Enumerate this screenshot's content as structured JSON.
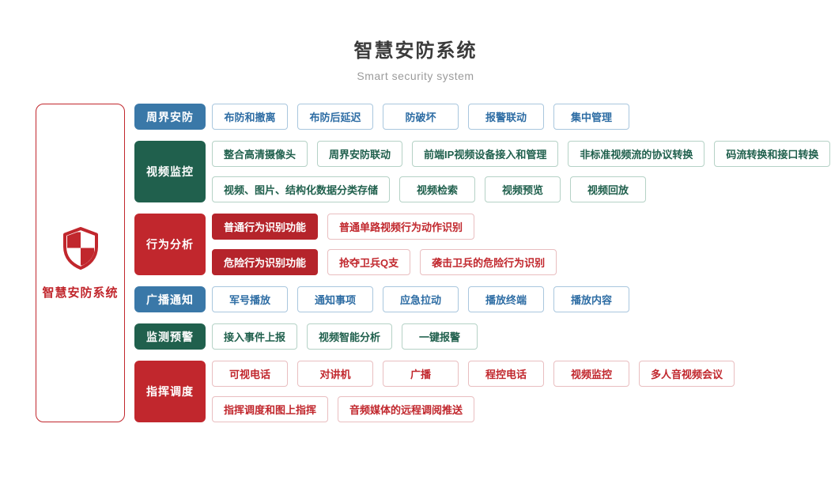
{
  "header": {
    "title": "智慧安防系统",
    "subtitle": "Smart security system"
  },
  "root": {
    "label": "智慧安防系统",
    "icon": "shield-icon"
  },
  "colors": {
    "blue": "#3A78A8",
    "green": "#20604D",
    "red": "#C1272D",
    "solid_item_red": "#B5242B"
  },
  "groups": [
    {
      "label": "周界安防",
      "color": "blue",
      "rows": [
        [
          "布防和撤离",
          "布防后延迟",
          "防破坏",
          "报警联动",
          "集中管理"
        ]
      ]
    },
    {
      "label": "视频监控",
      "color": "green",
      "rows": [
        [
          "整合高清摄像头",
          "周界安防联动",
          "前端IP视频设备接入和管理",
          "非标准视频流的协议转换",
          "码流转换和接口转换"
        ],
        [
          "视频、图片、结构化数据分类存储",
          "视频检索",
          "视频预览",
          "视频回放"
        ]
      ]
    },
    {
      "label": "行为分析",
      "color": "red",
      "rows": [
        [
          {
            "text": "普通行为识别功能",
            "style": "solid"
          },
          "普通单路视频行为动作识别"
        ],
        [
          {
            "text": "危险行为识别功能",
            "style": "solid"
          },
          "抢夺卫兵Q支",
          "袭击卫兵的危险行为识别"
        ]
      ]
    },
    {
      "label": "广播通知",
      "color": "blue",
      "rows": [
        [
          "军号播放",
          "通知事项",
          "应急拉动",
          "播放终端",
          "播放内容"
        ]
      ]
    },
    {
      "label": "监测预警",
      "color": "green",
      "rows": [
        [
          "接入事件上报",
          "视频智能分析",
          "一键报警"
        ]
      ]
    },
    {
      "label": "指挥调度",
      "color": "red",
      "rows": [
        [
          "可视电话",
          "对讲机",
          "广播",
          "程控电话",
          "视频监控",
          "多人音视频会议"
        ],
        [
          "指挥调度和图上指挥",
          "音频媒体的远程调阅推送"
        ]
      ]
    }
  ]
}
